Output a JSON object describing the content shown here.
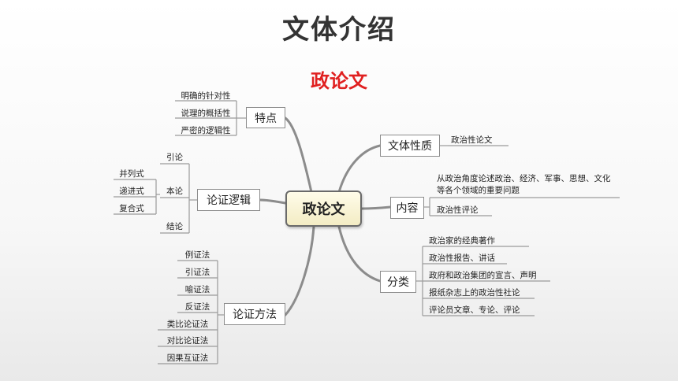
{
  "title": "文体介绍",
  "subtitle": "政论文",
  "central": "政论文",
  "branches": {
    "tedian": {
      "label": "特点",
      "items": [
        "明确的针对性",
        "说理的概括性",
        "严密的逻辑性"
      ]
    },
    "luoji": {
      "label": "论证逻辑",
      "items": [
        "引论",
        "本论",
        "结论"
      ],
      "benlun_items": [
        "并列式",
        "递进式",
        "复合式"
      ]
    },
    "fangfa": {
      "label": "论证方法",
      "items": [
        "例证法",
        "引证法",
        "喻证法",
        "反证法",
        "类比论证法",
        "对比论证法",
        "因果互证法"
      ]
    },
    "xingzhi": {
      "label": "文体性质",
      "items": [
        "政治性论文"
      ]
    },
    "neirong": {
      "label": "内容",
      "items": [
        "从政治角度论述政治、经济、军事、思想、文化等各个领域的重要问题",
        "政治性评论"
      ]
    },
    "fenlei": {
      "label": "分类",
      "items": [
        "政治家的经典著作",
        "政治性报告、讲话",
        "政府和政治集团的宣言、声明",
        "报纸杂志上的政治性社论",
        "评论员文章、专论、评论"
      ]
    }
  },
  "colors": {
    "title": "#333333",
    "subtitle": "#e02020",
    "connector": "#8c8c8c",
    "central_fill": "#f8f3d6"
  }
}
